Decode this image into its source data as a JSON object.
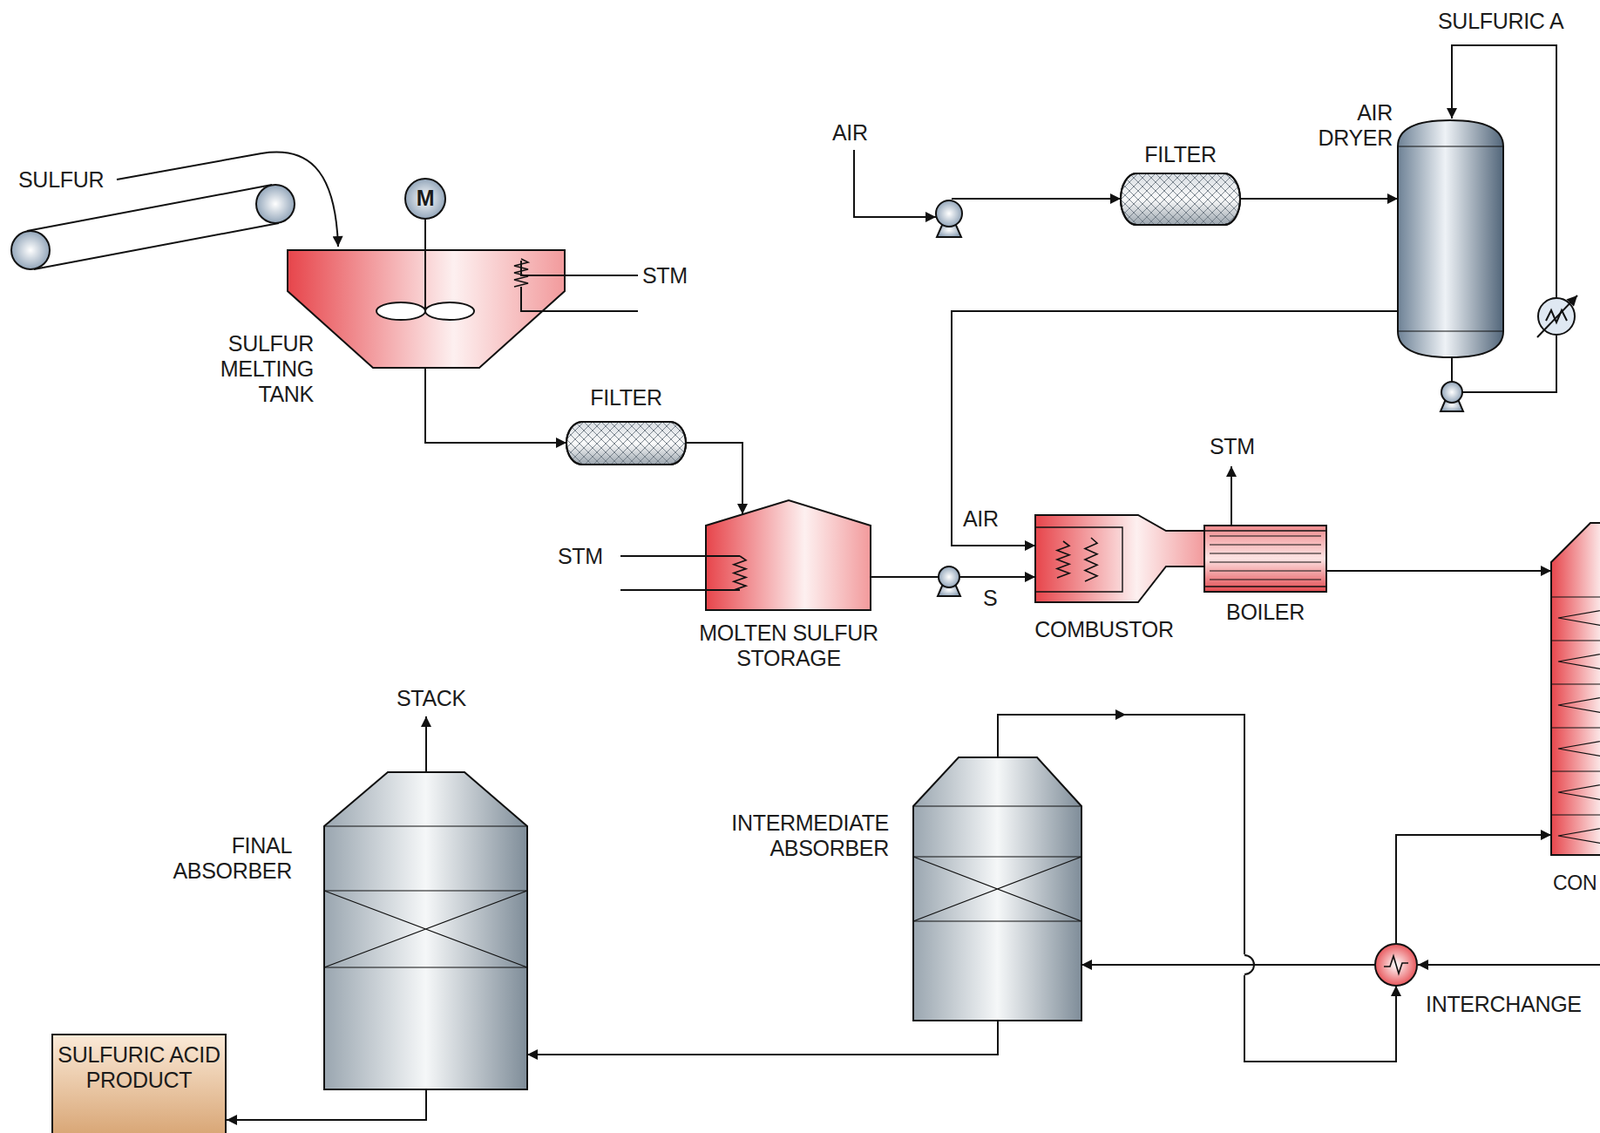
{
  "diagram": {
    "nodes": [
      {
        "text": [
          "M"
        ]
      },
      {
        "text": [
          "SULFUR MELTING TANK"
        ]
      },
      {
        "text": [
          "FILTER"
        ]
      },
      {
        "text": [
          "MOLTEN SULFUR STORAGE"
        ]
      },
      {
        "text": [
          "FILTER"
        ]
      },
      {
        "text": [
          "AIR DRYER"
        ]
      },
      {
        "text": [
          "COMBUSTOR"
        ]
      },
      {
        "text": [
          "BOILER"
        ]
      },
      {
        "text": [
          "CON"
        ]
      },
      {
        "text": [
          "INTERMEDIATE ABSORBER"
        ]
      },
      {
        "text": [
          "INTERCHANGE"
        ]
      },
      {
        "text": [
          "FINAL ABSORBER"
        ]
      },
      {
        "text": [
          "SULFURIC ACID PRODUCT"
        ]
      }
    ],
    "edges": [
      {
        "from": 0,
        "to": 1,
        "arrow": "none"
      },
      {
        "from": 1,
        "to": 2,
        "arrow": "to"
      },
      {
        "from": 2,
        "to": 3,
        "arrow": "to"
      },
      {
        "from": 3,
        "to": 6,
        "arrow": "to"
      },
      {
        "from": 4,
        "to": 5,
        "arrow": "to"
      },
      {
        "from": 5,
        "to": 6,
        "arrow": "to"
      },
      {
        "from": 7,
        "to": 8,
        "arrow": "to"
      },
      {
        "from": 10,
        "to": 8,
        "arrow": "to"
      },
      {
        "from": 10,
        "to": 9,
        "arrow": "to"
      },
      {
        "from": 9,
        "to": 10,
        "arrow": "to"
      },
      {
        "from": 9,
        "to": 11,
        "arrow": "to"
      },
      {
        "from": 11,
        "to": 12,
        "arrow": "to"
      }
    ],
    "labels": [
      "SULFURIC A",
      "AIR",
      "SULFUR",
      "STM",
      "STM",
      "AIR",
      "STM",
      "S",
      "STACK"
    ]
  }
}
